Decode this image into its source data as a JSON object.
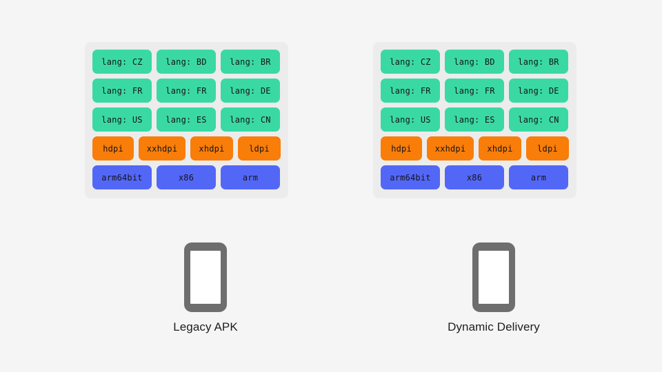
{
  "background_color": "#f5f5f5",
  "palette": {
    "panel": "#ececec",
    "lang_chip": "#3ad9a3",
    "dpi_chip": "#f97d09",
    "abi_chip": "#5367f7",
    "phone_body": "#6e6e6e",
    "phone_screen": "#ffffff",
    "caption_text": "#1d1d1f"
  },
  "columns": [
    {
      "id": "legacy-apk",
      "caption": "Legacy APK",
      "panel": {
        "rows": [
          {
            "kind": "lang",
            "chips": [
              {
                "label": "lang: CZ"
              },
              {
                "label": "lang: BD"
              },
              {
                "label": "lang: BR"
              }
            ]
          },
          {
            "kind": "lang",
            "chips": [
              {
                "label": "lang: FR"
              },
              {
                "label": "lang: FR"
              },
              {
                "label": "lang: DE"
              }
            ]
          },
          {
            "kind": "lang",
            "chips": [
              {
                "label": "lang: US"
              },
              {
                "label": "lang: ES"
              },
              {
                "label": "lang: CN"
              }
            ]
          },
          {
            "kind": "dpi",
            "chips": [
              {
                "label": "hdpi",
                "width": "w-hdpi"
              },
              {
                "label": "xxhdpi",
                "width": "w-xxhdpi"
              },
              {
                "label": "xhdpi",
                "width": "w-xhdpi"
              },
              {
                "label": "ldpi",
                "width": "w-ldpi"
              }
            ]
          },
          {
            "kind": "abi",
            "chips": [
              {
                "label": "arm64bit"
              },
              {
                "label": "x86"
              },
              {
                "label": "arm"
              }
            ]
          }
        ]
      }
    },
    {
      "id": "dynamic-delivery",
      "caption": "Dynamic Delivery",
      "panel": {
        "rows": [
          {
            "kind": "lang",
            "chips": [
              {
                "label": "lang: CZ"
              },
              {
                "label": "lang: BD"
              },
              {
                "label": "lang: BR"
              }
            ]
          },
          {
            "kind": "lang",
            "chips": [
              {
                "label": "lang: FR"
              },
              {
                "label": "lang: FR"
              },
              {
                "label": "lang: DE"
              }
            ]
          },
          {
            "kind": "lang",
            "chips": [
              {
                "label": "lang: US"
              },
              {
                "label": "lang: ES"
              },
              {
                "label": "lang: CN"
              }
            ]
          },
          {
            "kind": "dpi",
            "chips": [
              {
                "label": "hdpi",
                "width": "w-hdpi"
              },
              {
                "label": "xxhdpi",
                "width": "w-xxhdpi"
              },
              {
                "label": "xhdpi",
                "width": "w-xhdpi"
              },
              {
                "label": "ldpi",
                "width": "w-ldpi"
              }
            ]
          },
          {
            "kind": "abi",
            "chips": [
              {
                "label": "arm64bit"
              },
              {
                "label": "x86"
              },
              {
                "label": "arm"
              }
            ]
          }
        ]
      }
    }
  ]
}
